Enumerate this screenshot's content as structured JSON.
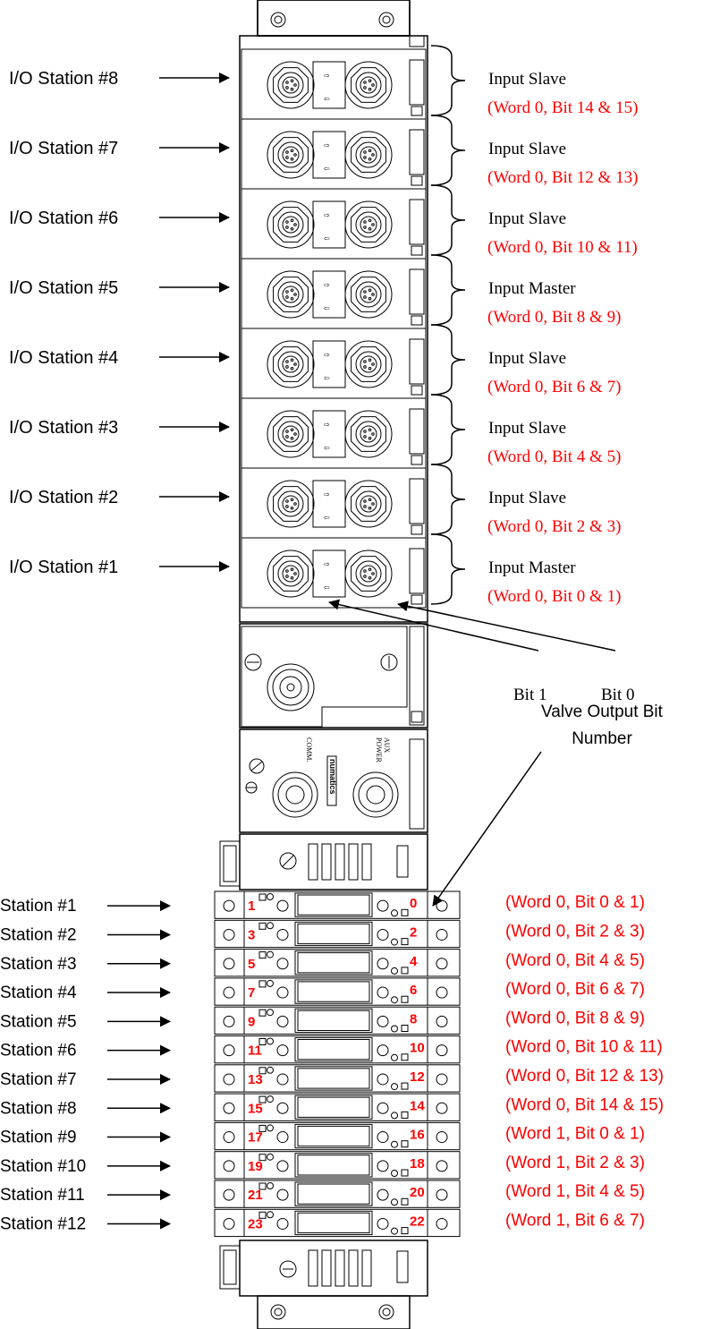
{
  "io_stations": [
    {
      "label": "I/O Station #8",
      "type": "Input Slave",
      "bits": "(Word 0, Bit 14 & 15)"
    },
    {
      "label": "I/O Station #7",
      "type": "Input Slave",
      "bits": "(Word 0, Bit 12 & 13)"
    },
    {
      "label": "I/O Station #6",
      "type": "Input Slave",
      "bits": "(Word 0, Bit 10 & 11)"
    },
    {
      "label": "I/O Station #5",
      "type": "Input Master",
      "bits": "(Word 0, Bit 8 & 9)"
    },
    {
      "label": "I/O Station #4",
      "type": "Input Slave",
      "bits": "(Word 0, Bit 6 & 7)"
    },
    {
      "label": "I/O Station #3",
      "type": "Input Slave",
      "bits": "(Word 0, Bit 4 & 5)"
    },
    {
      "label": "I/O Station #2",
      "type": "Input Slave",
      "bits": "(Word 0, Bit 2 & 3)"
    },
    {
      "label": "I/O Station #1",
      "type": "Input Master",
      "bits": "(Word 0, Bit 0 & 1)"
    }
  ],
  "bit_labels": {
    "bit1": "Bit 1",
    "bit0": "Bit 0"
  },
  "comm_module": {
    "comm": "COMM.",
    "aux": "AUX",
    "power": "POWER",
    "brand": "numatics"
  },
  "valve_header": {
    "line1": "Valve Output Bit",
    "line2": "Number"
  },
  "valve_stations": [
    {
      "label": "Station #1",
      "left_num": "1",
      "right_num": "0",
      "bits": "(Word 0, Bit 0 & 1)"
    },
    {
      "label": "Station #2",
      "left_num": "3",
      "right_num": "2",
      "bits": "(Word 0, Bit 2 & 3)"
    },
    {
      "label": "Station #3",
      "left_num": "5",
      "right_num": "4",
      "bits": "(Word 0, Bit 4 & 5)"
    },
    {
      "label": "Station #4",
      "left_num": "7",
      "right_num": "6",
      "bits": "(Word 0, Bit 6 & 7)"
    },
    {
      "label": "Station #5",
      "left_num": "9",
      "right_num": "8",
      "bits": "(Word 0, Bit 8 & 9)"
    },
    {
      "label": "Station #6",
      "left_num": "11",
      "right_num": "10",
      "bits": "(Word 0, Bit 10 & 11)"
    },
    {
      "label": "Station #7",
      "left_num": "13",
      "right_num": "12",
      "bits": "(Word 0, Bit 12 & 13)"
    },
    {
      "label": "Station #8",
      "left_num": "15",
      "right_num": "14",
      "bits": "(Word 0, Bit 14 & 15)"
    },
    {
      "label": "Station #9",
      "left_num": "17",
      "right_num": "16",
      "bits": "(Word 1, Bit 0 & 1)"
    },
    {
      "label": "Station #10",
      "left_num": "19",
      "right_num": "18",
      "bits": "(Word 1, Bit 2 & 3)"
    },
    {
      "label": "Station #11",
      "left_num": "21",
      "right_num": "20",
      "bits": "(Word 1, Bit 4 & 5)"
    },
    {
      "label": "Station #12",
      "left_num": "23",
      "right_num": "22",
      "bits": "(Word 1, Bit 6 & 7)"
    }
  ],
  "colors": {
    "red": "#ff0000",
    "black": "#000000"
  }
}
